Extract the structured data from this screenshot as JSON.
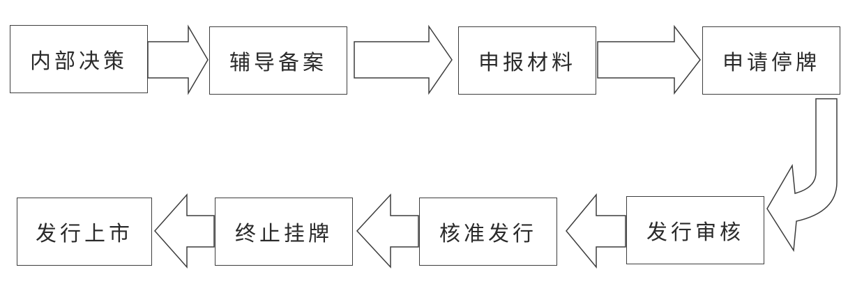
{
  "flow": {
    "row1": [
      "内部决策",
      "辅导备案",
      "申报材料",
      "申请停牌"
    ],
    "row2": [
      "发行审核",
      "核准发行",
      "终止挂牌",
      "发行上市"
    ]
  }
}
